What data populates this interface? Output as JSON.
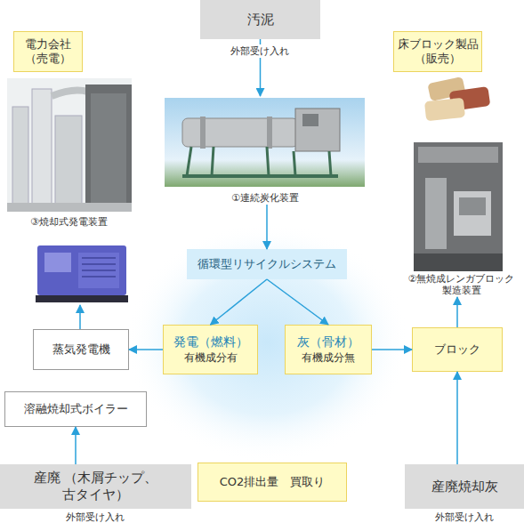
{
  "diagram": {
    "nodes": [
      {
        "text": [
          "電力会社 （売電）"
        ]
      },
      {
        "text": [
          "汚泥"
        ]
      },
      {
        "text": [
          "床ブロック製品 （販売）"
        ]
      },
      {
        "text": [
          "③焼却式発電装置"
        ]
      },
      {
        "text": [
          "①連続炭化装置"
        ]
      },
      {
        "text": [
          "②無焼成レンガブロック 製造装置"
        ]
      },
      {
        "text": [
          "循環型リサイクルシステム"
        ]
      },
      {
        "text": [
          "発電（燃料）",
          "有機成分有"
        ]
      },
      {
        "text": [
          "灰（骨材）",
          "有機成分無"
        ]
      },
      {
        "text": [
          "蒸気発電機"
        ]
      },
      {
        "text": [
          "ブロック"
        ]
      },
      {
        "text": [
          "溶融焼却式ボイラー"
        ]
      },
      {
        "text": [
          "産廃 （木屑チップ、古タイヤ）"
        ]
      },
      {
        "text": [
          "CO2排出量　買取り"
        ]
      },
      {
        "text": [
          "産廃焼却灰"
        ]
      }
    ],
    "edges": [
      {
        "from": 1,
        "to": 4,
        "arrow": "to"
      },
      {
        "from": 4,
        "to": 6,
        "arrow": "to"
      },
      {
        "from": 6,
        "to": 7,
        "arrow": "to"
      },
      {
        "from": 6,
        "to": 8,
        "arrow": "to"
      },
      {
        "from": 7,
        "to": 9,
        "arrow": "to"
      },
      {
        "from": 8,
        "to": 10,
        "arrow": "to"
      },
      {
        "from": 10,
        "to": 5,
        "arrow": "to"
      },
      {
        "from": 12,
        "to": 11,
        "arrow": "to"
      },
      {
        "from": 14,
        "to": 10,
        "arrow": "to"
      }
    ],
    "labels": [
      "外部受け入れ",
      "外部受け入れ",
      "外部受け入れ"
    ]
  }
}
